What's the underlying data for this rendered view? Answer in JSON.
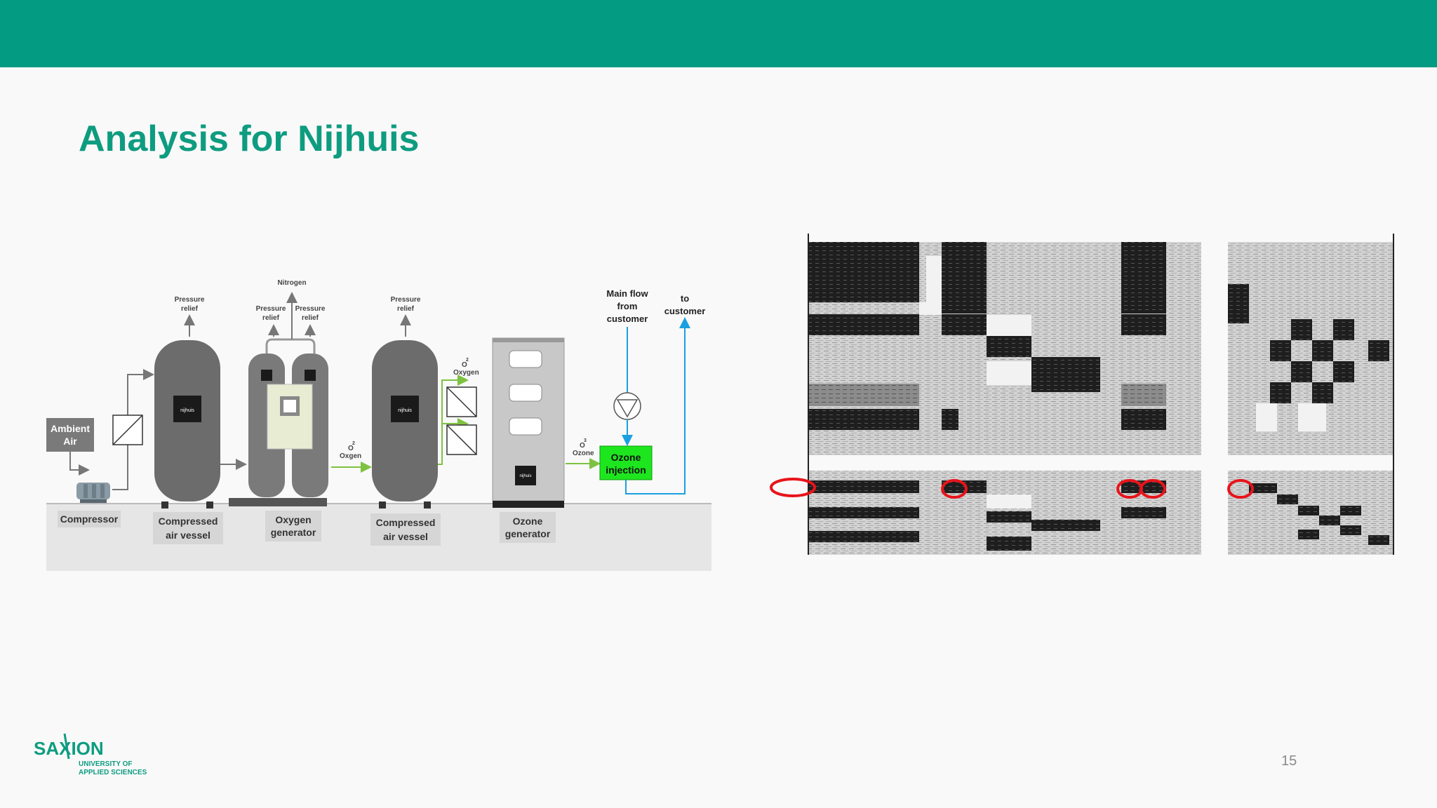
{
  "slide": {
    "title": "Analysis for Nijhuis",
    "page_number": "15"
  },
  "colors": {
    "header_bar": "#039b82",
    "title": "#0e9c80",
    "oxygen_line": "#7ec242",
    "water_line": "#1aa0e0",
    "injection_box": "#1ee61e",
    "marker": "#e8141a"
  },
  "diagram": {
    "ambient_air": [
      "Ambient",
      "Air"
    ],
    "nitrogen": "Nitrogen",
    "pressure_relief_1": [
      "Pressure",
      "relief"
    ],
    "pressure_relief_2a": [
      "Pressure",
      "relief"
    ],
    "pressure_relief_2b": [
      "Pressure",
      "relief"
    ],
    "pressure_relief_3": [
      "Pressure",
      "relief"
    ],
    "o2_label_1": [
      "O",
      "2",
      "Oxgen"
    ],
    "o2_label_2": [
      "O",
      "2",
      "Oxygen"
    ],
    "o3_label": [
      "O",
      "3",
      "Ozone"
    ],
    "main_flow": [
      "Main flow",
      "from",
      "customer"
    ],
    "to_customer": [
      "to",
      "customer"
    ],
    "ozone_injection": [
      "Ozone",
      "injection"
    ],
    "vessel_brand": "nijhuis",
    "captions": {
      "compressor": [
        "Compressor"
      ],
      "compressed_air_vessel_1": [
        "Compressed",
        "air vessel"
      ],
      "oxygen_generator": [
        "Oxygen",
        "generator"
      ],
      "compressed_air_vessel_2": [
        "Compressed",
        "air vessel"
      ],
      "ozone_generator": [
        "Ozone",
        "generator"
      ]
    }
  },
  "logo": {
    "wordmark": "SAXION",
    "line1": "UNIVERSITY OF",
    "line2": "APPLIED SCIENCES"
  }
}
